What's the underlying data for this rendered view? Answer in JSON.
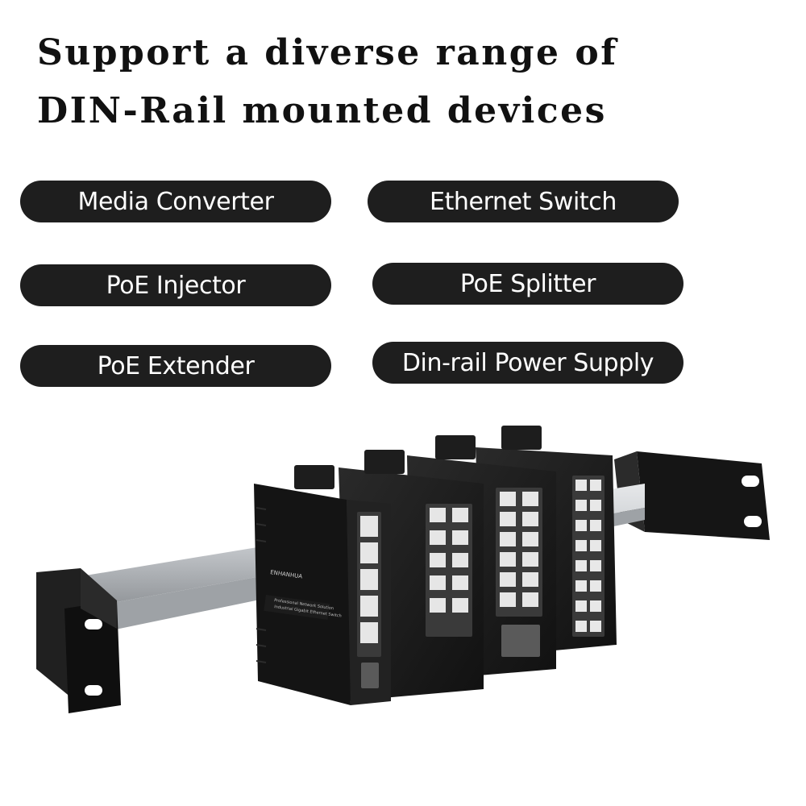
{
  "headline": {
    "line1": "Support a diverse range of",
    "line2": "DIN-Rail mounted devices"
  },
  "device_types": [
    {
      "label": "Media Converter"
    },
    {
      "label": "Ethernet Switch"
    },
    {
      "label": "PoE Injector"
    },
    {
      "label": "PoE Splitter"
    },
    {
      "label": "PoE Extender"
    },
    {
      "label": "Din-rail Power Supply"
    }
  ],
  "product_photo": {
    "brand_text": "ENHANHUA",
    "label_line1": "Professional Network Solution",
    "label_line2": "Industrial Gigabit Ethernet Switch"
  },
  "colors": {
    "pill_background": "#1e1e1e",
    "pill_text": "#ffffff",
    "headline_text": "#111111",
    "device_body": "#1a1a1a",
    "rail_metal": "#c9ccd0"
  }
}
